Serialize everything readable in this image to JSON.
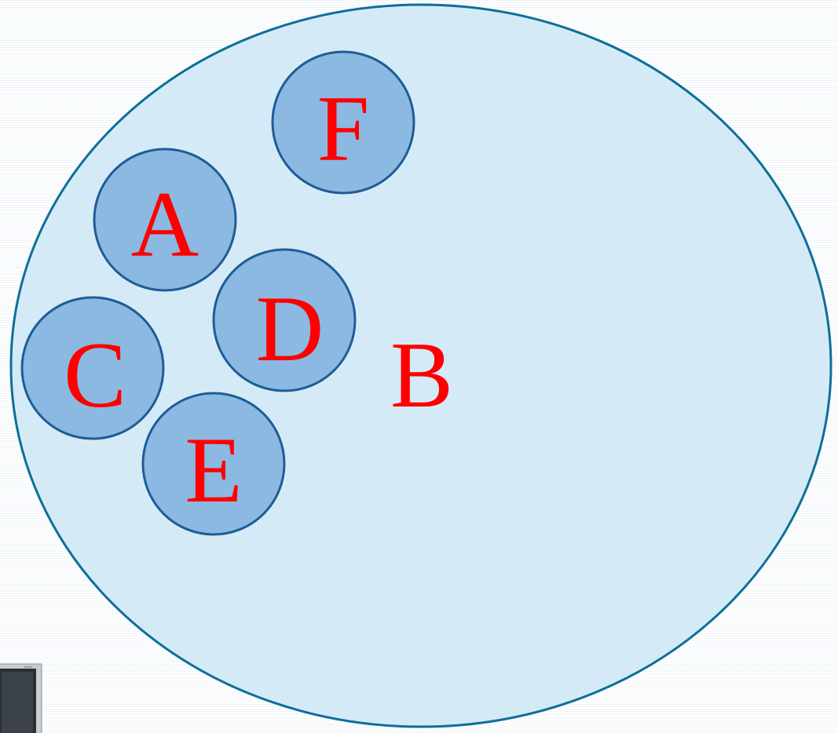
{
  "diagram": {
    "colors": {
      "outer_fill": "#d4ebf7",
      "outer_stroke": "#0f6f99",
      "circle_fill": "#8bb9e2",
      "circle_stroke": "#1f5c96",
      "label_color": "#ff0000"
    },
    "outer_set": {
      "label": "B"
    },
    "inner_sets": [
      {
        "id": "F",
        "label": "F"
      },
      {
        "id": "A",
        "label": "A"
      },
      {
        "id": "D",
        "label": "D"
      },
      {
        "id": "C",
        "label": "C"
      },
      {
        "id": "E",
        "label": "E"
      }
    ]
  }
}
